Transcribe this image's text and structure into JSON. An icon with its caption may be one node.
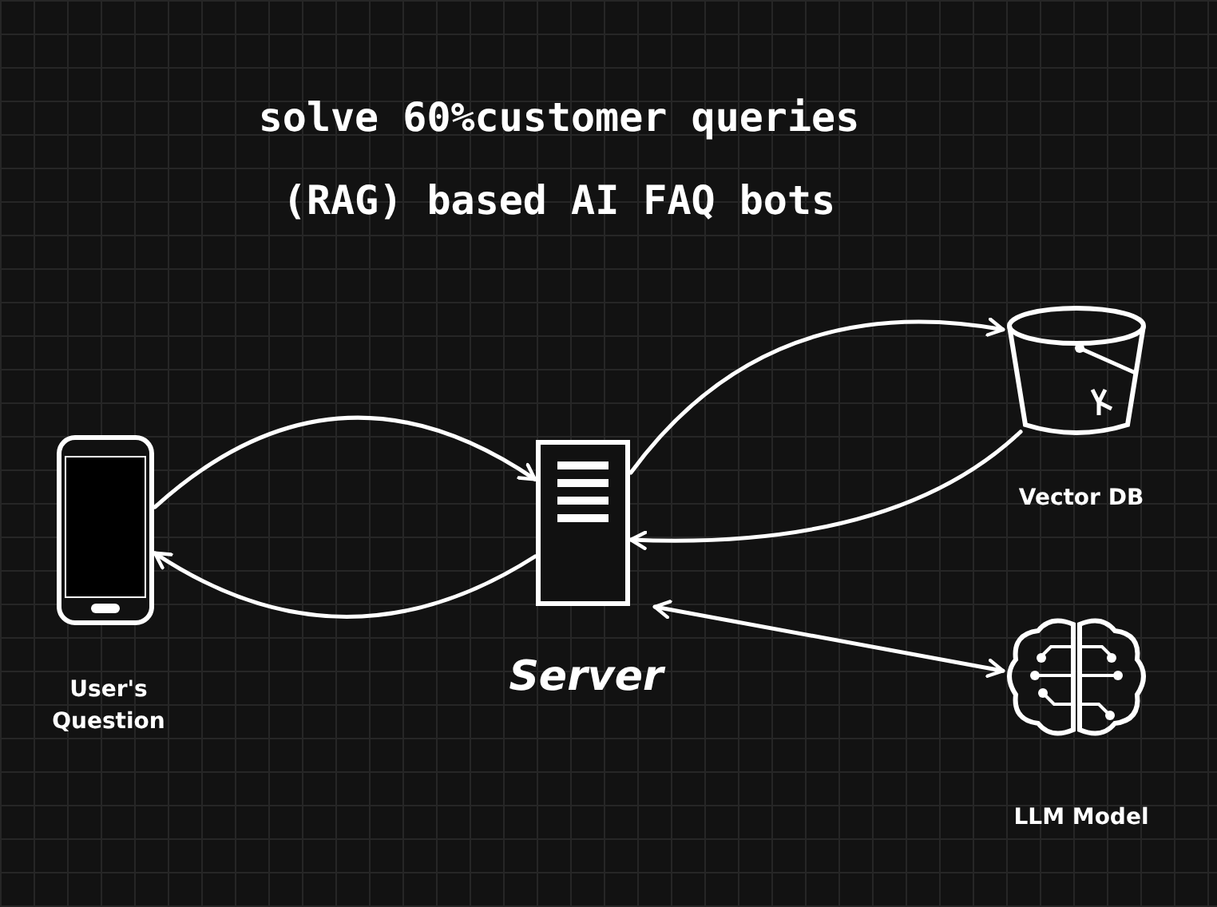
{
  "diagram": {
    "title": "solve 60%customer queries (RAG) based AI FAQ bots",
    "nodes": [
      {
        "text": [],
        "shape": "picture",
        "beside": [
          "User's Question"
        ]
      },
      {
        "text": [],
        "shape": "picture",
        "beside": [
          "Server"
        ]
      },
      {
        "text": [],
        "shape": "picture",
        "beside": [
          "Vector DB"
        ]
      },
      {
        "text": [],
        "shape": "picture",
        "beside": [
          "LLM Model"
        ]
      }
    ],
    "edges": [
      {
        "from": 0,
        "to": 1,
        "arrow": "to"
      },
      {
        "from": 1,
        "to": 0,
        "arrow": "to"
      },
      {
        "from": 1,
        "to": 2,
        "arrow": "to"
      },
      {
        "from": 2,
        "to": 1,
        "arrow": "to"
      },
      {
        "from": 1,
        "to": 3,
        "arrow": "both"
      }
    ]
  }
}
